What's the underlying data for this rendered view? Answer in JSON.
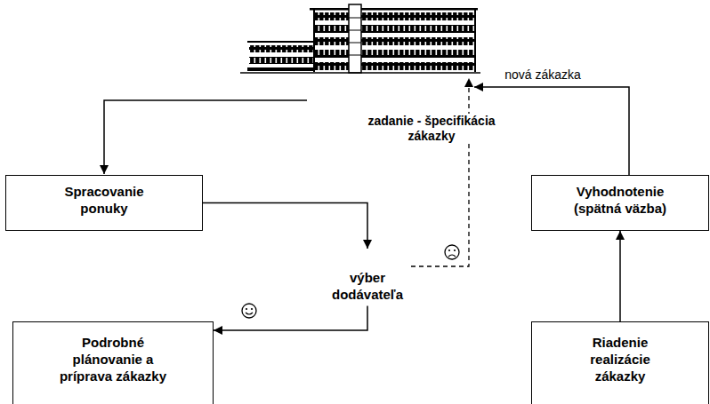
{
  "diagram": {
    "nodes": [
      {
        "text": [
          "Spracovanie ponuky"
        ]
      },
      {
        "text": [
          "Vyhodnotenie (spätná väzba)"
        ]
      },
      {
        "text": [
          "výber dodávateľa"
        ]
      },
      {
        "text": [
          "Podrobné plánovanie a príprava zákazky"
        ]
      },
      {
        "text": [
          "Riadenie realizácie zákazky"
        ]
      }
    ],
    "edges": [
      {
        "from": 0,
        "to": 2,
        "arrow": "to"
      },
      {
        "from": 2,
        "to": 3,
        "arrow": "to"
      },
      {
        "from": 4,
        "to": 1,
        "arrow": "to"
      }
    ],
    "labels": [
      "nová zákazka",
      "zadanie - špecifikácia zákazky"
    ]
  }
}
